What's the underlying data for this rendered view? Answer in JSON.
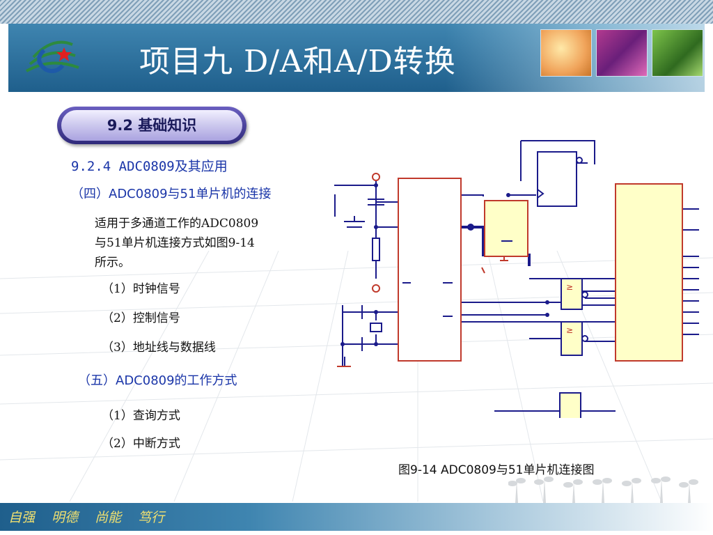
{
  "header": {
    "title": "项目九 D/A和A/D转换"
  },
  "section": {
    "label": "9.2 基础知识"
  },
  "content": {
    "heading": "9.2.4  ADC0809及其应用",
    "subheading_4": "（四）ADC0809与51单片机的连接",
    "paragraph": [
      "适用于多通道工作的ADC0809",
      "与51单片机连接方式如图9-14",
      "所示。"
    ],
    "items_4": [
      "（1）时钟信号",
      "（2）控制信号",
      "（3）地址线与数据线"
    ],
    "subheading_5": "（五）ADC0809的工作方式",
    "items_5": [
      "（1）查询方式",
      "（2）中断方式"
    ]
  },
  "figure": {
    "caption": "图9-14    ADC0809与51单片机连接图",
    "gate_symbol": "≥"
  },
  "footer": {
    "motto": "自强 明德 尚能 笃行"
  },
  "colors": {
    "header": "#2a6f9c",
    "text_blue": "#1a35a8",
    "wire": "#1a1a8a",
    "chip": "#ffffc8",
    "chip_border": "#c0392b"
  }
}
